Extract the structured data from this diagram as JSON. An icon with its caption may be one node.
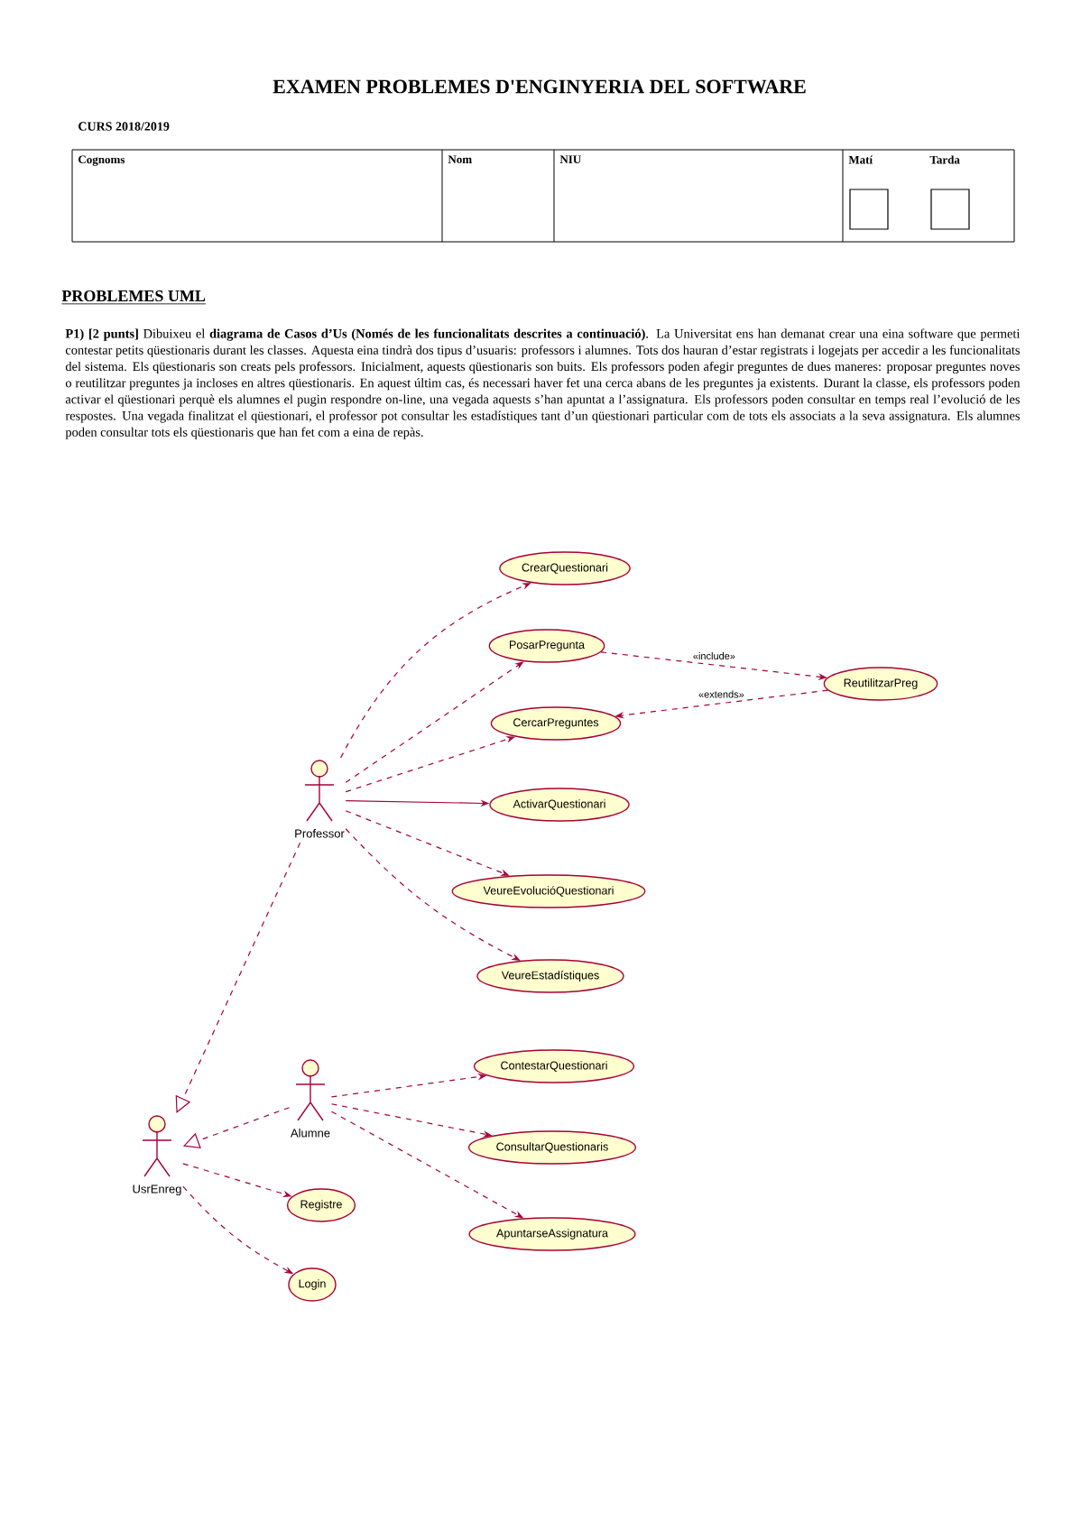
{
  "diagram": {
    "title": "EXAMEN PROBLEMES D'ENGINYERIA DEL SOFTWARE",
    "nodes": [
      {
        "text": [
          "Professor"
        ]
      },
      {
        "text": [
          "CrearQuestionari"
        ]
      },
      {
        "text": [
          "PosarPregunta"
        ]
      },
      {
        "text": [
          "CercarPreguntes"
        ]
      },
      {
        "text": [
          "ActivarQuestionari"
        ]
      },
      {
        "text": [
          "VeureEvolucióQuestionari"
        ]
      },
      {
        "text": [
          "VeureEstadístiques"
        ]
      },
      {
        "text": [
          "ReutilitzarPreg"
        ]
      },
      {
        "text": [
          "Alumne"
        ]
      },
      {
        "text": [
          "UsrEnreg"
        ]
      },
      {
        "text": [
          "ContestarQuestionari"
        ]
      },
      {
        "text": [
          "ConsultarQuestionaris"
        ]
      },
      {
        "text": [
          "ApuntarseAssignatura"
        ]
      },
      {
        "text": [
          "Registre"
        ]
      },
      {
        "text": [
          "Login"
        ]
      }
    ],
    "edges": [
      {
        "from": 0,
        "to": 1,
        "arrow": "to",
        "style": "dashed"
      },
      {
        "from": 0,
        "to": 2,
        "arrow": "to",
        "style": "dashed"
      },
      {
        "from": 0,
        "to": 3,
        "arrow": "to",
        "style": "dashed"
      },
      {
        "from": 0,
        "to": 4,
        "arrow": "to"
      },
      {
        "from": 0,
        "to": 5,
        "arrow": "to",
        "style": "dashed"
      },
      {
        "from": 0,
        "to": 6,
        "arrow": "to",
        "style": "dashed"
      },
      {
        "from": 2,
        "to": 7,
        "arrow": "to",
        "style": "dashed",
        "label": "«include»"
      },
      {
        "from": 7,
        "to": 3,
        "arrow": "to",
        "style": "dashed",
        "label": "«extends»"
      },
      {
        "from": 0,
        "to": 9,
        "arrow": "to",
        "style": "dashed"
      },
      {
        "from": 8,
        "to": 9,
        "arrow": "to",
        "style": "dashed"
      },
      {
        "from": 8,
        "to": 10,
        "arrow": "to",
        "style": "dashed"
      },
      {
        "from": 8,
        "to": 11,
        "arrow": "to",
        "style": "dashed"
      },
      {
        "from": 8,
        "to": 12,
        "arrow": "to",
        "style": "dashed"
      },
      {
        "from": 9,
        "to": 13,
        "arrow": "to",
        "style": "dashed"
      },
      {
        "from": 9,
        "to": 14,
        "arrow": "to",
        "style": "dashed"
      }
    ],
    "labels": [
      "CURS 2018/2019",
      "Cognoms",
      "Nom",
      "NIU",
      "Matí",
      "Tarda",
      "PROBLEMES UML",
      "**P1) [2 punts]** Dibuixeu el **diagrama de Casos d’Us (Només de les funcionalitats descrites a continuació)**. La Universitat ens han demanat crear una eina software que permeti contestar petits qüestionaris durant les classes. Aquesta eina tindrà dos tipus d’usuaris: professors i alumnes. Tots dos hauran d’estar registrats i logejats per accedir a les funcionalitats del sistema. Els qüestionaris son creats pels professors. Inicialment, aquests qüestionaris son buits. Els professors poden afegir preguntes de dues maneres: proposar preguntes noves o reutilitzar preguntes ja incloses en altres qüestionaris. En aquest últim cas, és necessari haver fet una cerca abans de les preguntes ja existents. Durant la classe, els professors poden activar el qüestionari perquè els alumnes el pugin respondre on-line, una vegada aquests s’han apuntat a l’assignatura. Els professors poden consultar en temps real l’evolució de les respostes. Una vegada finalitzat el qüestionari, el professor pot consultar les estadístiques tant d’un qüestionari particular com de tots els associats a la seva assignatura. Els alumnes poden consultar tots els qüestionaris que han fet com a eina de repàs."
    ]
  }
}
